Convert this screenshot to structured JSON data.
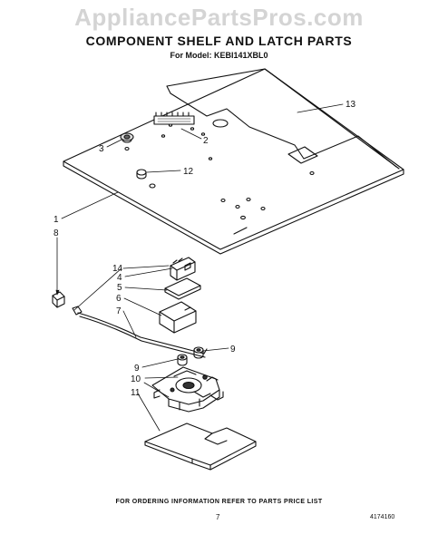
{
  "watermark": "AppliancePartsPros.com",
  "title": "COMPONENT SHELF AND LATCH PARTS",
  "subtitle": "For Model: KEBI141XBL0",
  "footer_note": "FOR ORDERING INFORMATION REFER TO PARTS PRICE LIST",
  "page_number": "7",
  "doc_number": "4174160",
  "callouts": {
    "c1": "1",
    "c2": "2",
    "c3": "3",
    "c4": "4",
    "c5": "5",
    "c6": "6",
    "c7": "7",
    "c8": "8",
    "c9a": "9",
    "c9b": "9",
    "c10": "10",
    "c11": "11",
    "c12": "12",
    "c13": "13",
    "c14": "14"
  }
}
